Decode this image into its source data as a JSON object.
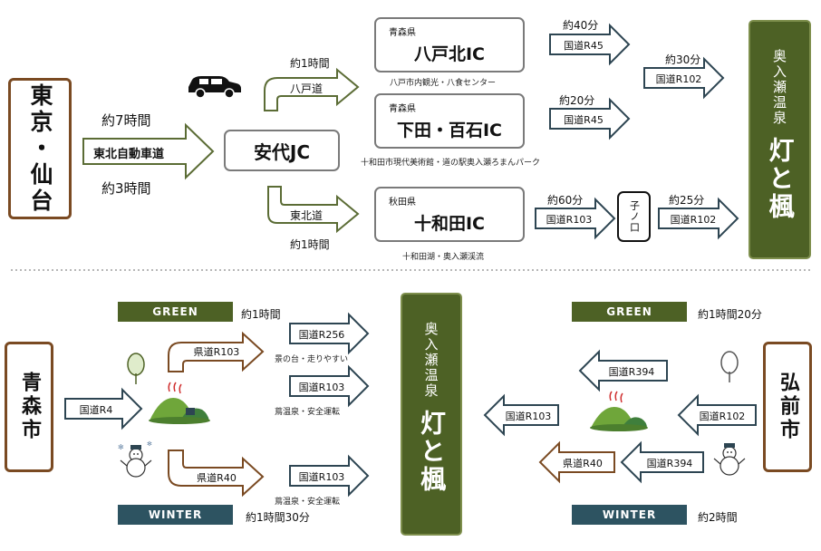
{
  "top": {
    "origin": "東京・仙台",
    "main_road": "東北自動車道",
    "time_upper": "約7時間",
    "time_lower": "約3時間",
    "junction": "安代JC",
    "route_hachinohe": {
      "road": "八戸道",
      "time": "約1時間"
    },
    "route_tohoku": {
      "road": "東北道",
      "time": "約1時間"
    },
    "ic1": {
      "pref": "青森県",
      "name": "八戸北IC",
      "note": "八戸市内観光・八食センター",
      "road": "国道R45",
      "time": "約40分"
    },
    "ic2": {
      "pref": "青森県",
      "name": "下田・百石IC",
      "note": "十和田市現代美術館・道の駅奥入瀬ろまんパーク",
      "road": "国道R45",
      "time": "約20分"
    },
    "ic3": {
      "pref": "秋田県",
      "name": "十和田IC",
      "note": "十和田湖・奥入瀬渓流",
      "road": "国道R103",
      "time": "約60分"
    },
    "merge": {
      "road": "国道R102",
      "time": "約30分"
    },
    "nenokuchi": {
      "name": "子ノ口",
      "road": "国道R102",
      "time": "約25分"
    },
    "dest": {
      "sub": "奥入瀬温泉",
      "name": "灯と楓"
    }
  },
  "bottom": {
    "aomori": {
      "city": "青森市",
      "start_road": "国道R4",
      "green": {
        "label": "GREEN",
        "time": "約1時間"
      },
      "winter": {
        "label": "WINTER",
        "time": "約1時間30分"
      },
      "green_branch": "県道R103",
      "winter_branch": "県道R40",
      "out1": {
        "road": "国道R256",
        "note": "景の台・走りやすい"
      },
      "out2": {
        "road": "国道R103",
        "note": "蔦温泉・安全運転"
      },
      "out3": {
        "road": "国道R103",
        "note": "蔦温泉・安全運転"
      }
    },
    "dest": {
      "sub": "奥入瀬温泉",
      "name": "灯と楓"
    },
    "hirosaki": {
      "city": "弘前市",
      "green": {
        "label": "GREEN",
        "time": "約1時間20分"
      },
      "winter": {
        "label": "WINTER",
        "time": "約2時間"
      },
      "start_road": "国道R102",
      "green_road": "国道R394",
      "winter_road": "国道R394",
      "winter_branch": "県道R40",
      "final_road": "国道R103"
    }
  }
}
